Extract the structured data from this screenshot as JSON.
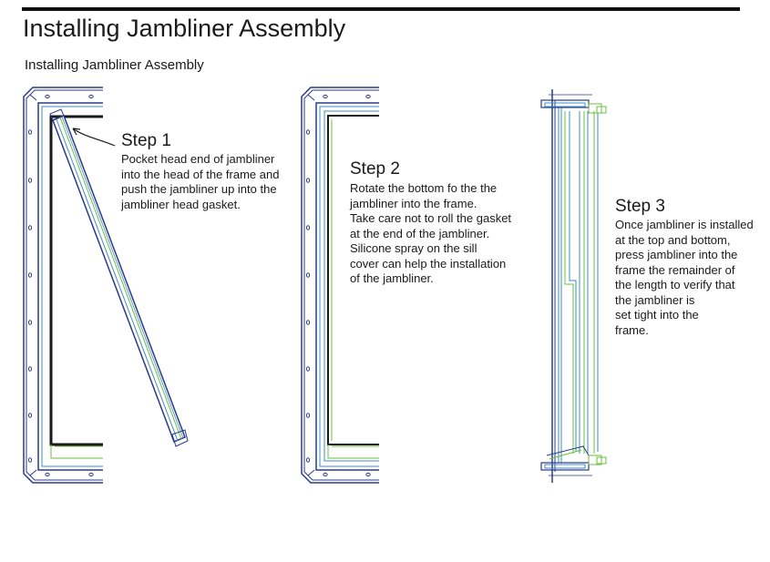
{
  "document": {
    "title": "Installing Jambliner Assembly",
    "subtitle": "Installing Jambliner Assembly"
  },
  "steps": [
    {
      "heading": "Step 1",
      "lines": [
        "Pocket head end of jambliner",
        "into the head of the frame and",
        "push the jambliner up into the",
        "jambliner head gasket."
      ]
    },
    {
      "heading": "Step 2",
      "lines": [
        "Rotate the bottom fo the the",
        "jambliner into the frame.",
        "Take care not to roll the gasket",
        "at the end of the jambliner.",
        "Silicone spray on the sill",
        "cover can help the installation",
        "of the jambliner."
      ]
    },
    {
      "heading": "Step 3",
      "lines": [
        "Once jambliner is installed",
        "at the top and bottom,",
        "press jambliner into the",
        "frame the remainder of",
        "the length to verify that",
        "the jambliner is",
        "set tight into the",
        "frame."
      ]
    }
  ],
  "colors": {
    "frame_outline": "#2b3a8c",
    "frame_inner": "#3b8ec4",
    "gasket": "#6bbf3a",
    "dark": "#1a1a1a"
  }
}
